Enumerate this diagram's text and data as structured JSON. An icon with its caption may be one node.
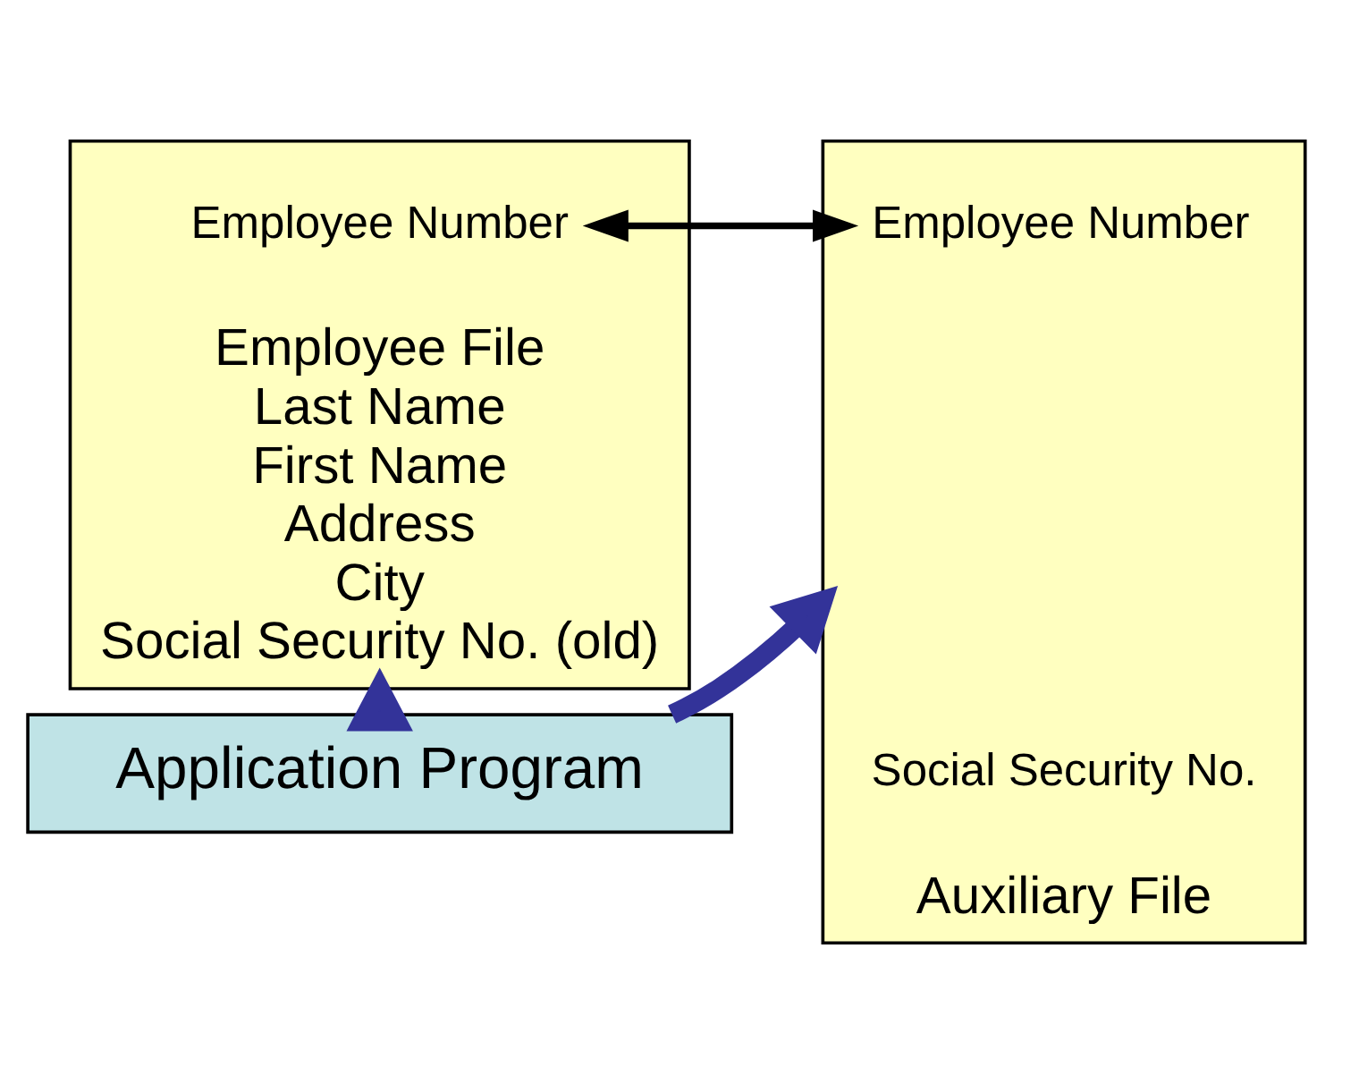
{
  "diagram": {
    "nodes": [
      {
        "text": [
          "Employee File",
          "Last Name",
          "First Name",
          "Address",
          "City",
          "Social Security No. (old)"
        ]
      },
      {
        "text": [
          "Employee Number"
        ],
        "in": 0
      },
      {
        "text": [
          "Auxiliary File"
        ]
      },
      {
        "text": [
          "Employee Number"
        ],
        "in": 2
      },
      {
        "text": [
          "Social Security No."
        ],
        "in": 2
      },
      {
        "text": [
          "Application Program"
        ]
      }
    ],
    "edges": [
      {
        "from": 1,
        "to": 3,
        "arrow": "both"
      },
      {
        "from": 5,
        "to": 0,
        "arrow": "to",
        "style": "thick",
        "color": "#333399"
      },
      {
        "from": 5,
        "to": 2,
        "arrow": "to",
        "style": "thick",
        "color": "#333399"
      }
    ]
  }
}
